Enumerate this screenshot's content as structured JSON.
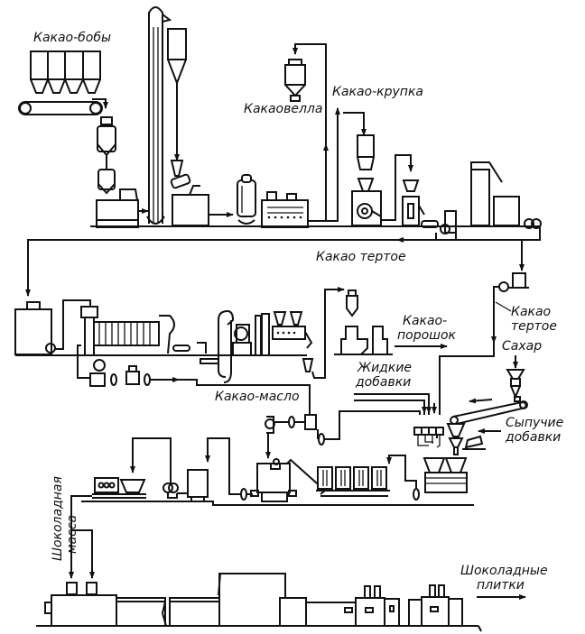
{
  "title": "Технологическая схема производства шоколада",
  "labels": {
    "cocoa_beans": "Какао-бобы",
    "cocoa_shell": "Какаовелла",
    "cocoa_nibs": "Какао-крупка",
    "cocoa_liquor_main": "Какао тертое",
    "cocoa_liquor_side_1": "Какао",
    "cocoa_liquor_side_2": "тертое",
    "cocoa_powder_1": "Какао-",
    "cocoa_powder_2": "порошок",
    "sugar": "Сахар",
    "liquid_additives_1": "Жидкие",
    "liquid_additives_2": "добавки",
    "cocoa_butter": "Какао-масло",
    "dry_additives_1": "Сыпучие",
    "dry_additives_2": "добавки",
    "chocolate_mass_1": "Шоколадная",
    "chocolate_mass_2": "масса",
    "chocolate_bars_1": "Шоколадные",
    "chocolate_bars_2": "плитки"
  },
  "colors": {
    "ink": "#111111",
    "background": "#ffffff"
  }
}
